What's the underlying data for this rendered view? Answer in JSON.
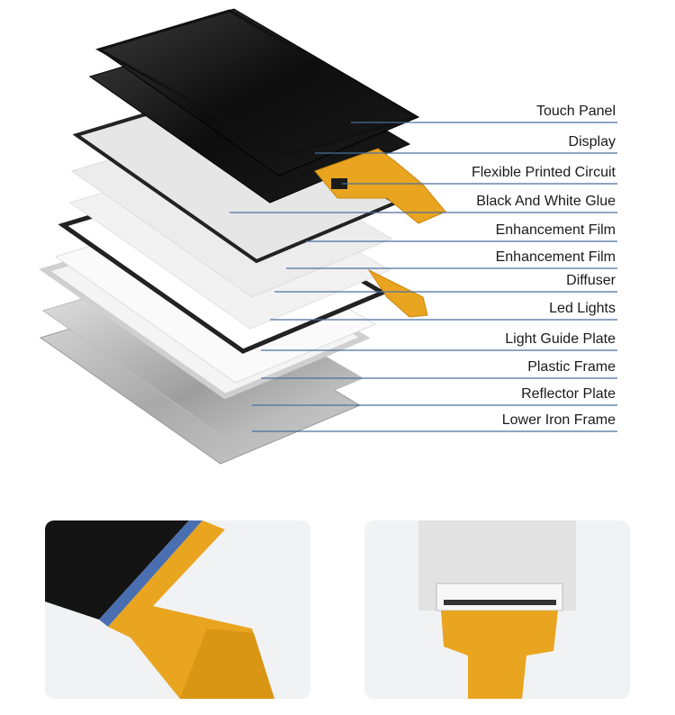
{
  "layers": [
    {
      "label": "Touch Panel"
    },
    {
      "label": "Display"
    },
    {
      "label": "Flexible Printed Circuit"
    },
    {
      "label": "Black And White Glue"
    },
    {
      "label": "Enhancement Film"
    },
    {
      "label": "Enhancement Film"
    },
    {
      "label": "Diffuser"
    },
    {
      "label": "Led Lights"
    },
    {
      "label": "Light Guide Plate"
    },
    {
      "label": "Plastic Frame"
    },
    {
      "label": "Reflector Plate"
    },
    {
      "label": "Lower Iron Frame"
    }
  ],
  "colors": {
    "leader_line": "#4a6f9e",
    "fpc": "#e9a420",
    "card_bg": "#f1f2f4"
  },
  "photos": [
    {
      "subject": "fpc-closeup-left"
    },
    {
      "subject": "fpc-closeup-back"
    }
  ]
}
